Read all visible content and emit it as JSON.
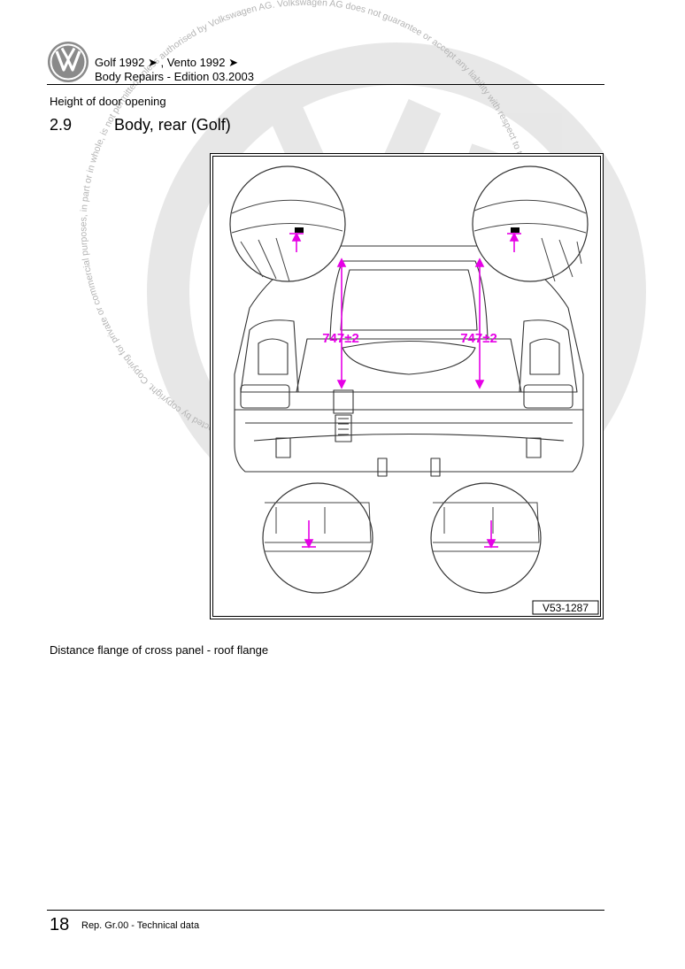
{
  "header": {
    "line1": "Golf 1992 ➤ , Vento 1992 ➤",
    "line2": "Body Repairs - Edition 03.2003"
  },
  "content": {
    "intro_text": "Height of door opening",
    "section_number": "2.9",
    "section_title": "Body, rear (Golf)",
    "caption": "Distance flange of cross panel - roof flange"
  },
  "figure": {
    "dimension_left": "747±2",
    "dimension_right": "747±2",
    "figure_id": "V53-1287",
    "accent_color": "#e600e6"
  },
  "watermark": {
    "text": "Protected by copyright. Copying for private or commercial purposes, in part or in whole, is not permitted unless authorised by Volkswagen AG. Volkswagen AG does not guarantee or accept any liability with respect to the correctness of information in this document. Copyright by Volkswagen AG."
  },
  "footer": {
    "page_number": "18",
    "label": "Rep. Gr.00 - Technical data"
  }
}
